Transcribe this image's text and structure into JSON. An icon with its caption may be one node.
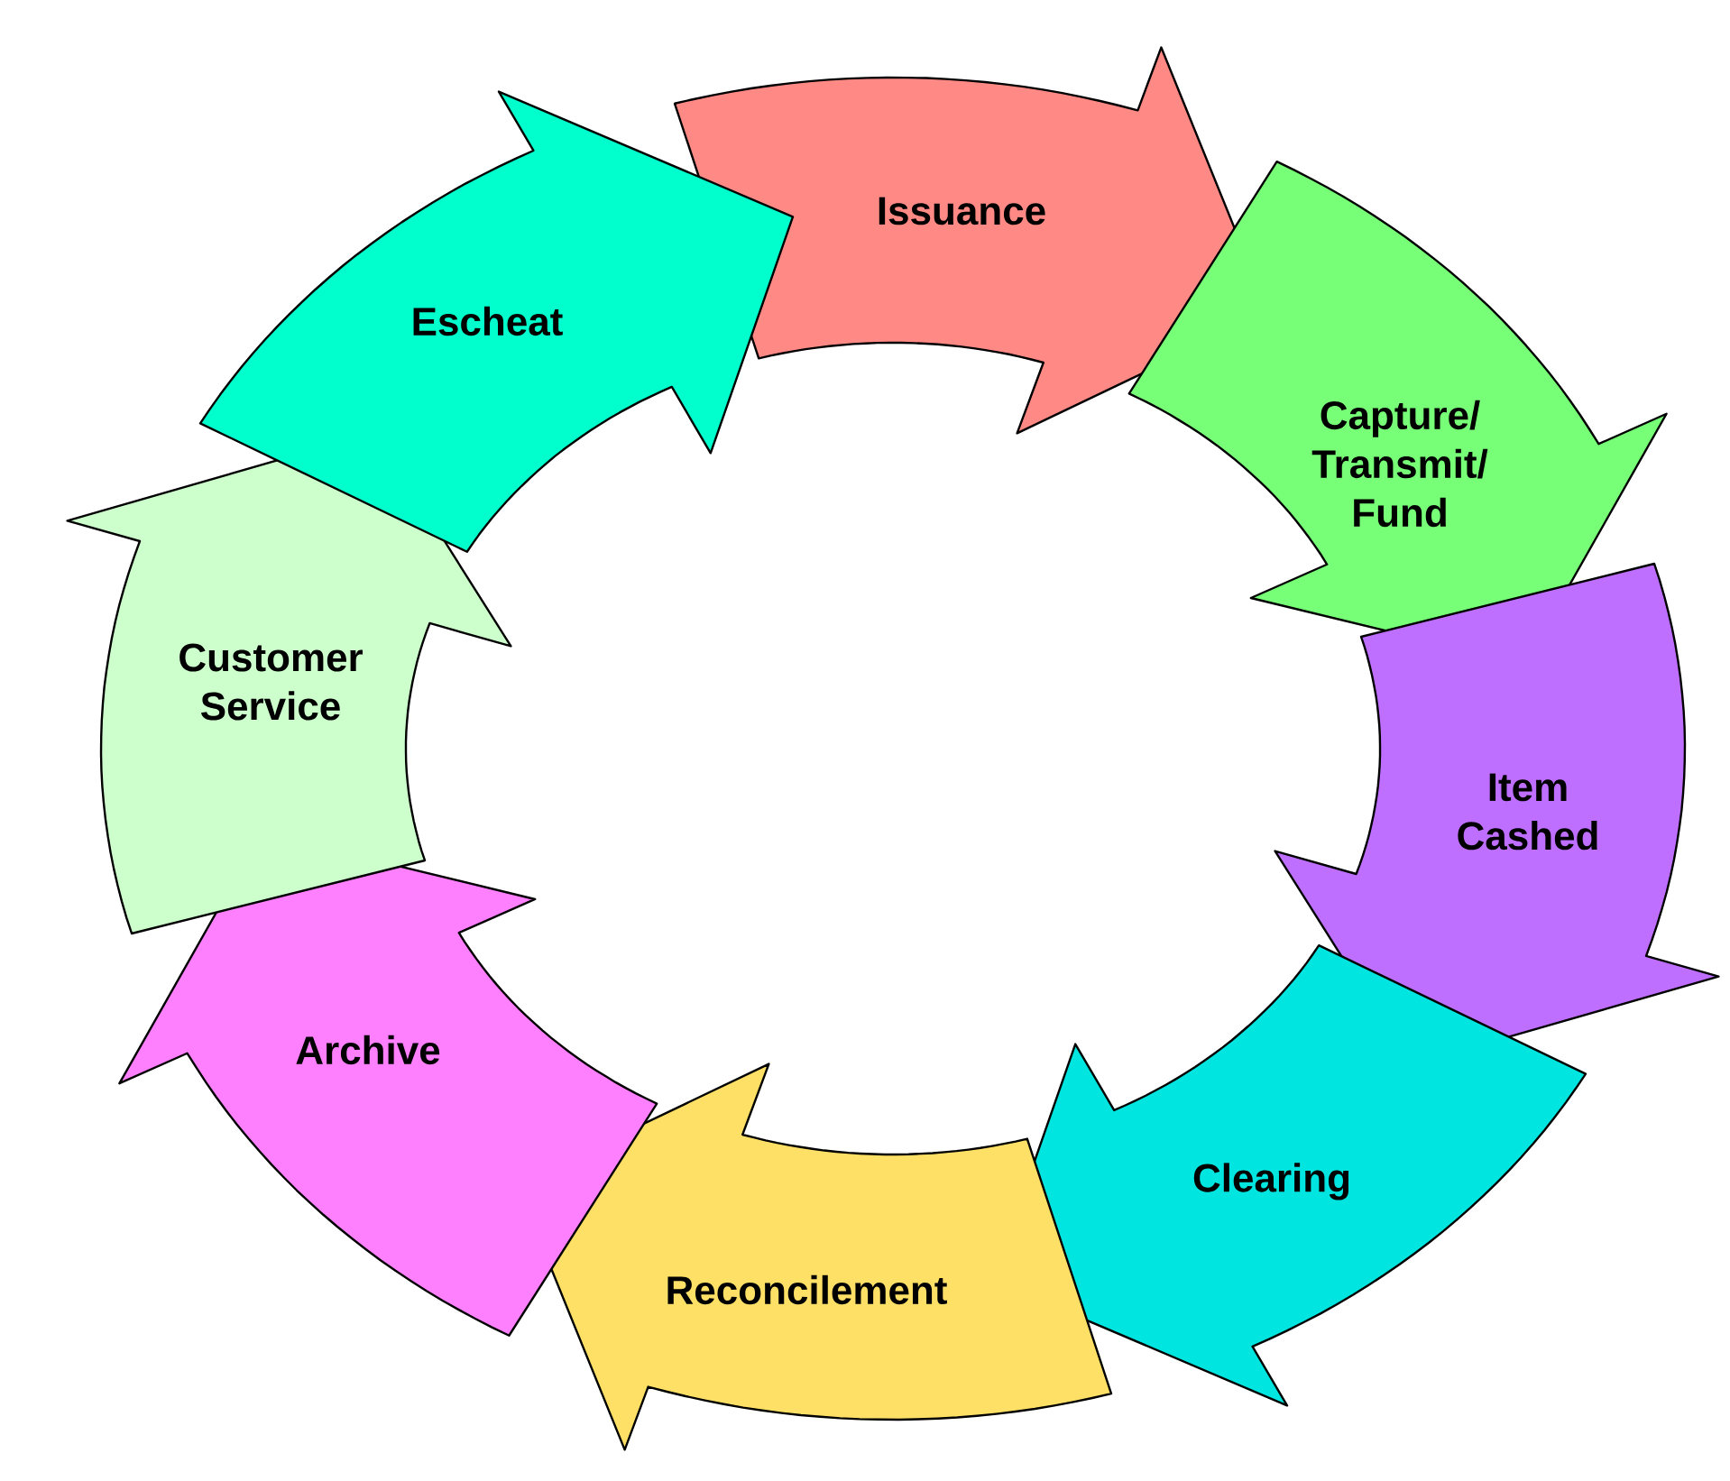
{
  "diagram": {
    "nodes": [
      {
        "text": [
          "Issuance"
        ]
      },
      {
        "text": [
          "Capture/ Transmit/ Fund"
        ]
      },
      {
        "text": [
          "Item Cashed"
        ]
      },
      {
        "text": [
          "Clearing"
        ]
      },
      {
        "text": [
          "Reconcilement"
        ]
      },
      {
        "text": [
          "Archive"
        ]
      },
      {
        "text": [
          "Customer Service"
        ]
      },
      {
        "text": [
          "Escheat"
        ]
      }
    ]
  }
}
